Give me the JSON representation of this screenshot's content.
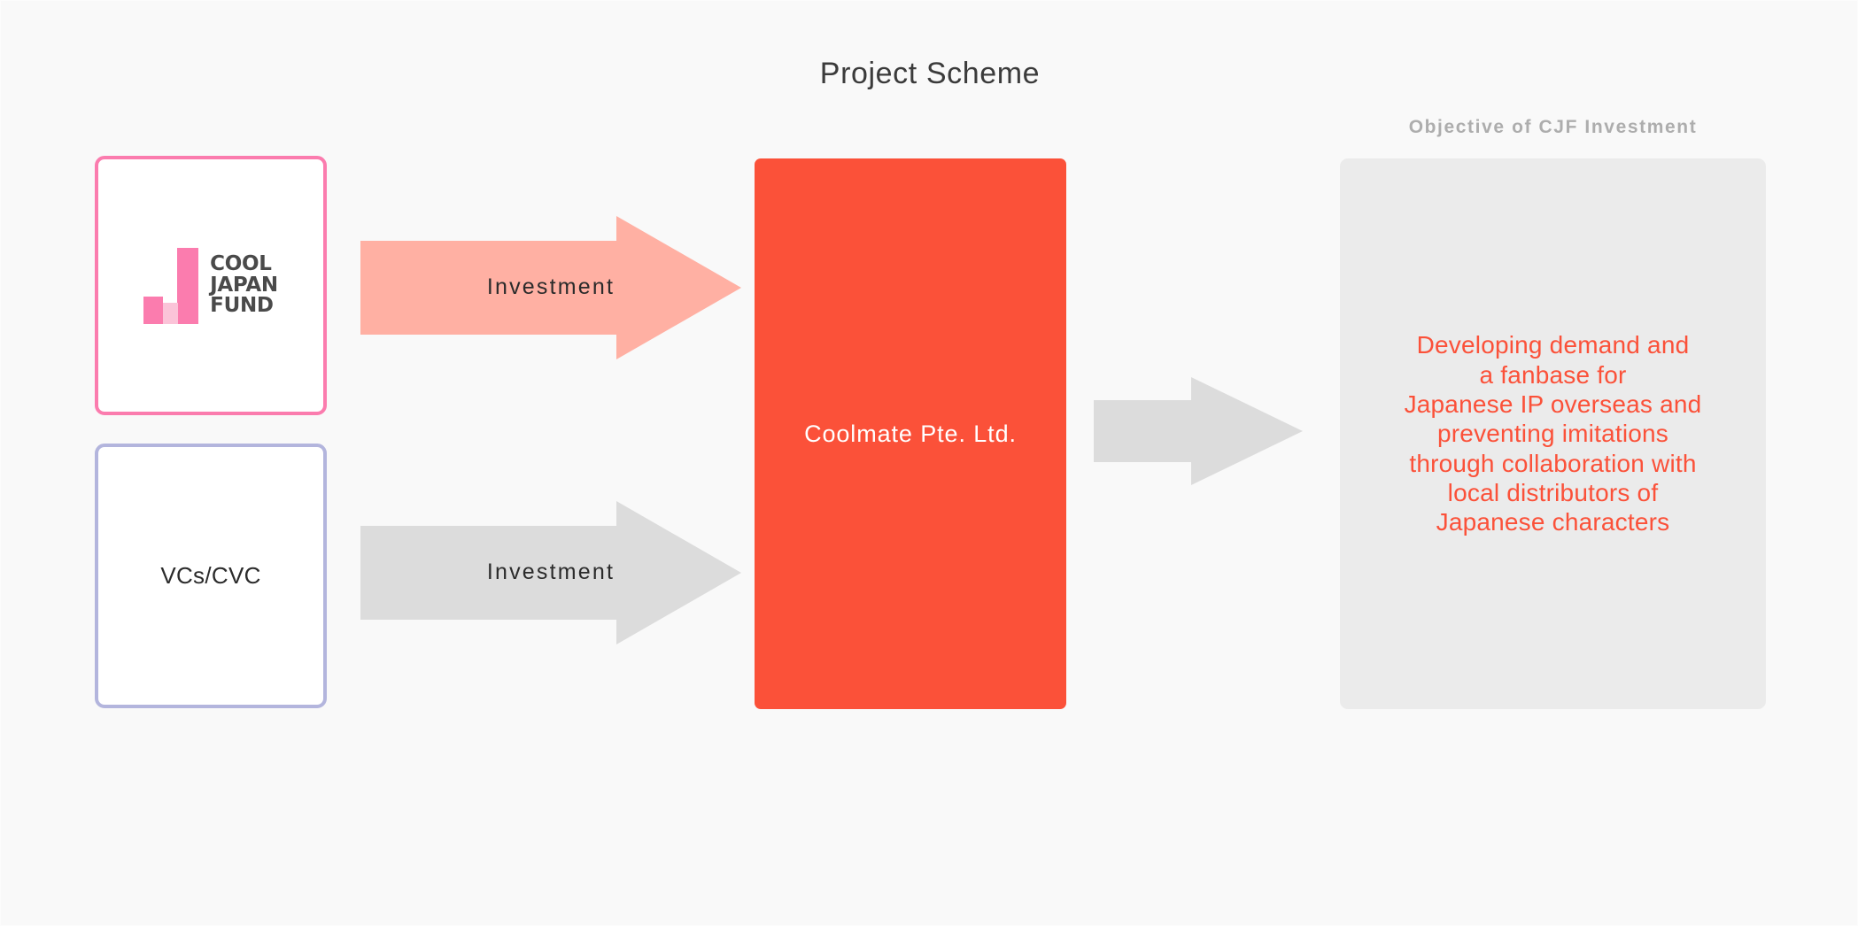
{
  "page": {
    "title": "Project Scheme",
    "background_color": "#f9f9f9"
  },
  "colors": {
    "accent_red": "#fb5139",
    "cjf_pink": "#fb7cae",
    "cjf_pink_light": "#fbc3d8",
    "vc_purple": "#b3b5dd",
    "arrow_salmon": "#ffb0a3",
    "arrow_gray": "#dcdcdc",
    "panel_gray": "#ebebeb",
    "caption_gray": "#adadad",
    "text_dark": "#2b2b2b"
  },
  "sources": [
    {
      "id": "cool-japan-fund",
      "type": "logo",
      "logo_lines": [
        "COOL",
        "JAPAN",
        "FUND"
      ],
      "border_color": "#fb7cae"
    },
    {
      "id": "vcs-cvc",
      "type": "text",
      "label": "VCs/CVC",
      "border_color": "#b3b5dd"
    }
  ],
  "arrows": [
    {
      "id": "cjf-investment",
      "label": "Investment",
      "color": "#ffb0a3"
    },
    {
      "id": "vc-investment",
      "label": "Investment",
      "color": "#dcdcdc"
    },
    {
      "id": "to-objective",
      "label": "",
      "color": "#dcdcdc"
    }
  ],
  "company": {
    "name": "Coolmate Pte. Ltd.",
    "fill_color": "#fb5139"
  },
  "objective": {
    "caption": "Objective of CJF Investment",
    "lines": [
      "Developing demand and",
      "a fanbase for",
      "Japanese IP overseas and",
      "preventing imitations",
      "through collaboration with",
      "local distributors of",
      "Japanese characters"
    ]
  }
}
